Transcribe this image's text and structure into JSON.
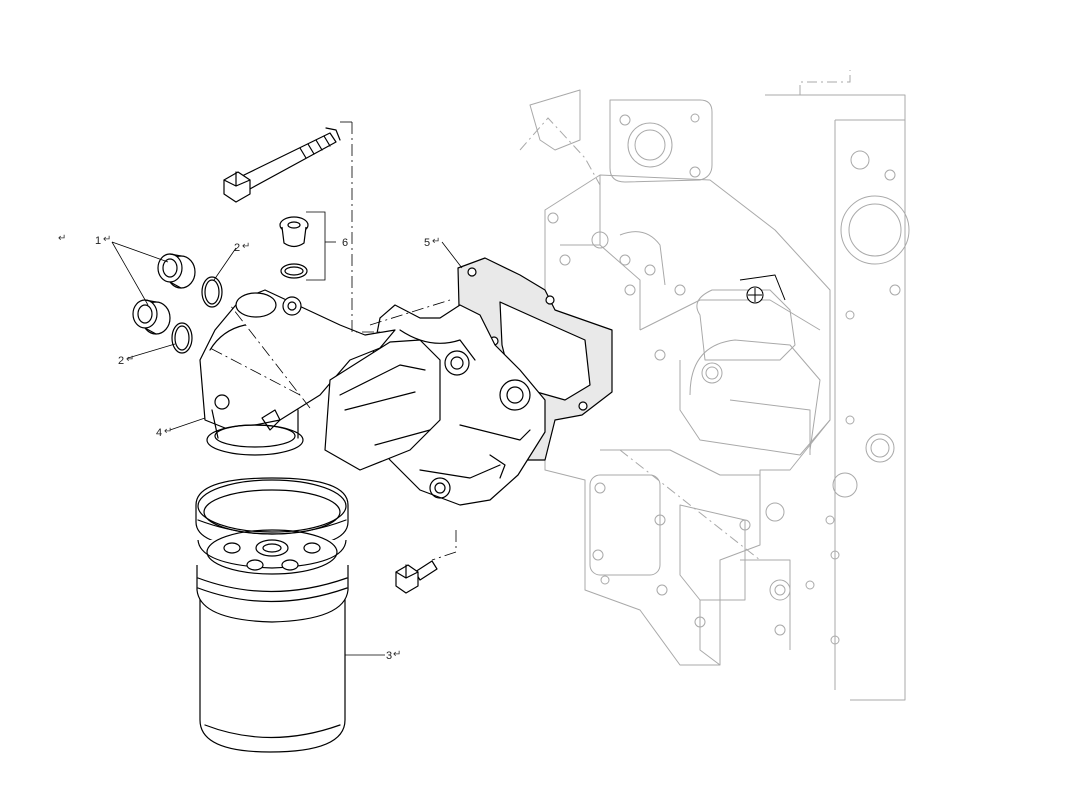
{
  "diagram": {
    "return_symbol": "↵",
    "callouts": [
      {
        "id": "callout-1",
        "label": "1",
        "part": "plug"
      },
      {
        "id": "callout-2a",
        "label": "2",
        "part": "o-ring"
      },
      {
        "id": "callout-2b",
        "label": "2",
        "part": "o-ring"
      },
      {
        "id": "callout-3",
        "label": "3",
        "part": "oil-filter-cartridge"
      },
      {
        "id": "callout-4",
        "label": "4",
        "part": "filter-head"
      },
      {
        "id": "callout-5",
        "label": "5",
        "part": "gasket"
      },
      {
        "id": "callout-6",
        "label": "6",
        "part": "plug-with-seal"
      }
    ]
  }
}
